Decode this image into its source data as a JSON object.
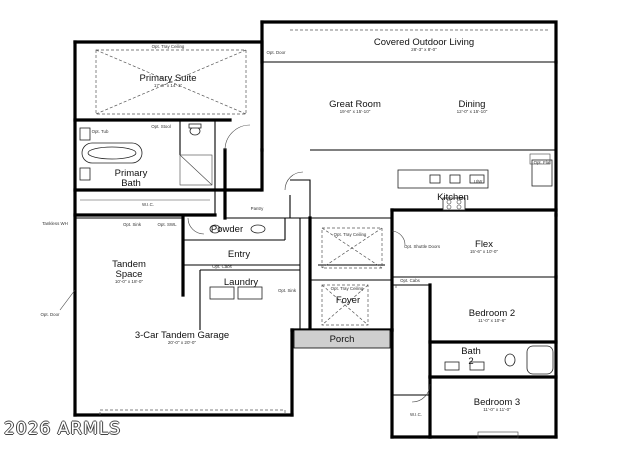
{
  "rooms": [
    {
      "key": "covered_outdoor",
      "name": "Covered Outdoor Living",
      "dims": "28'-3\" x 8'-0\""
    },
    {
      "key": "primary_suite",
      "name": "Primary Suite",
      "dims": "17'-0\" x 14'-1\""
    },
    {
      "key": "great_room",
      "name": "Great Room",
      "dims": "19'-6\" x 15'-10\""
    },
    {
      "key": "dining",
      "name": "Dining",
      "dims": "12'-0\" x 15'-10\""
    },
    {
      "key": "primary_bath_1",
      "name": "Primary",
      "dims": ""
    },
    {
      "key": "primary_bath_2",
      "name": "Bath",
      "dims": ""
    },
    {
      "key": "kitchen",
      "name": "Kitchen",
      "dims": ""
    },
    {
      "key": "powder",
      "name": "Powder",
      "dims": ""
    },
    {
      "key": "tandem_1",
      "name": "Tandem",
      "dims": ""
    },
    {
      "key": "tandem_2",
      "name": "Space",
      "dims": "10'-0\" x 18'-0\""
    },
    {
      "key": "entry",
      "name": "Entry",
      "dims": ""
    },
    {
      "key": "flex",
      "name": "Flex",
      "dims": "15'-6\" x 10'-0\""
    },
    {
      "key": "laundry",
      "name": "Laundry",
      "dims": ""
    },
    {
      "key": "foyer",
      "name": "Foyer",
      "dims": ""
    },
    {
      "key": "bedroom_2",
      "name": "Bedroom 2",
      "dims": "11'-0\" x 10'-6\""
    },
    {
      "key": "garage",
      "name": "3-Car Tandem Garage",
      "dims": "20'-0\" x 20'-0\""
    },
    {
      "key": "porch",
      "name": "Porch",
      "dims": ""
    },
    {
      "key": "bath2_1",
      "name": "Bath",
      "dims": ""
    },
    {
      "key": "bath2_2",
      "name": "2",
      "dims": ""
    },
    {
      "key": "bedroom_3",
      "name": "Bedroom 3",
      "dims": "11'-0\" x 11'-0\""
    }
  ],
  "notes": {
    "opt_door_top": "Opt. Door",
    "opt_tray_primary": "Opt. Tray Ceiling",
    "opt_stool": "Opt. Stool",
    "opt_tub_shower": "Opt. Tub",
    "wic_primary": "W.I.C.",
    "pantry": "Pantry",
    "opt_flat": "Opt. Flat",
    "tankless": "Tankless WH",
    "opt_sink": "Opt. Sink",
    "opt_swl": "Opt. SWL",
    "opt_cabs_entry": "Opt. Cabs",
    "opt_tray_entry": "Opt. Tray Ceiling",
    "opt_shuttle": "Opt. Shuttle Doors",
    "opt_cabs_hall": "Opt. Cabs",
    "opt_sink_laundry": "Opt. Sink",
    "opt_tray_foyer": "Opt. Tray Ceiling",
    "opt_door_garage": "Opt. Door",
    "wic_bed3": "W.I.C.",
    "uw": "U/W"
  },
  "watermark": "2026 ARMLS"
}
